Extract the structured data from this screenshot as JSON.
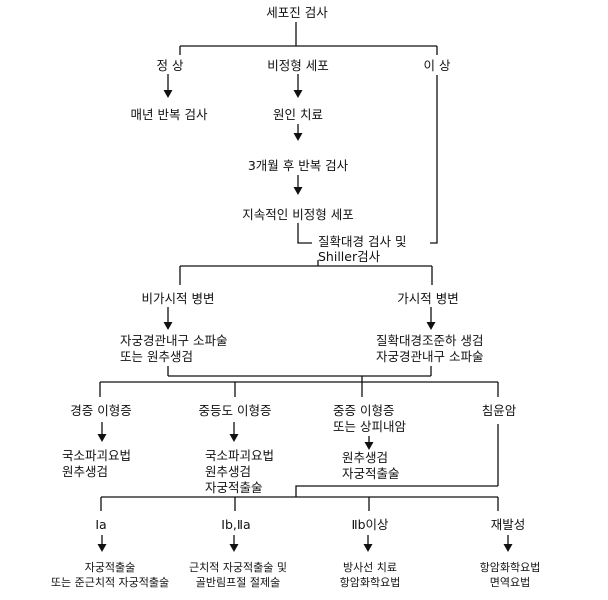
{
  "nodes": {
    "root": "세포진 검사",
    "normal": "정 상",
    "atypical": "비정형 세포",
    "abnormal": "이 상",
    "annual": "매년 반복 검사",
    "cause_treat": "원인 치료",
    "repeat3m": "3개월 후 반복 검사",
    "persistent": "지속적인 비정형 세포",
    "colpo": "질확대경 검사 및",
    "schiller": "Shiller검사",
    "invisible": "비가시적 병변",
    "visible": "가시적 병변",
    "invis_tx": [
      "자궁경관내구 소파술",
      "또는 원추생검"
    ],
    "vis_tx": [
      "질확대경조준하 생검",
      "자궁경관내구 소파술"
    ],
    "mild": "경증 이형증",
    "moderate": "중등도 이형증",
    "severe": [
      "중증 이형증",
      "또는 상피내암"
    ],
    "invasive": "침윤암",
    "mild_tx": [
      "국소파괴요법",
      "원추생검"
    ],
    "moderate_tx": [
      "국소파괴요법",
      "원추생검",
      "자궁적출술"
    ],
    "severe_tx": [
      "원추생검",
      "자궁적출술"
    ],
    "stage_1a": "Ⅰa",
    "stage_1b2a": "Ⅰb,Ⅱa",
    "stage_2b": "Ⅱb이상",
    "recurrence": "재발성",
    "tx_1a": [
      "자궁적출술",
      "또는 준근치적 자궁적출술"
    ],
    "tx_1b2a": [
      "근치적 자궁적출술 및",
      "골반림프절 절제술"
    ],
    "tx_2b": [
      "방사선 치료",
      "항암화학요법"
    ],
    "tx_recur": [
      "항암화학요법",
      "면역요법"
    ]
  }
}
